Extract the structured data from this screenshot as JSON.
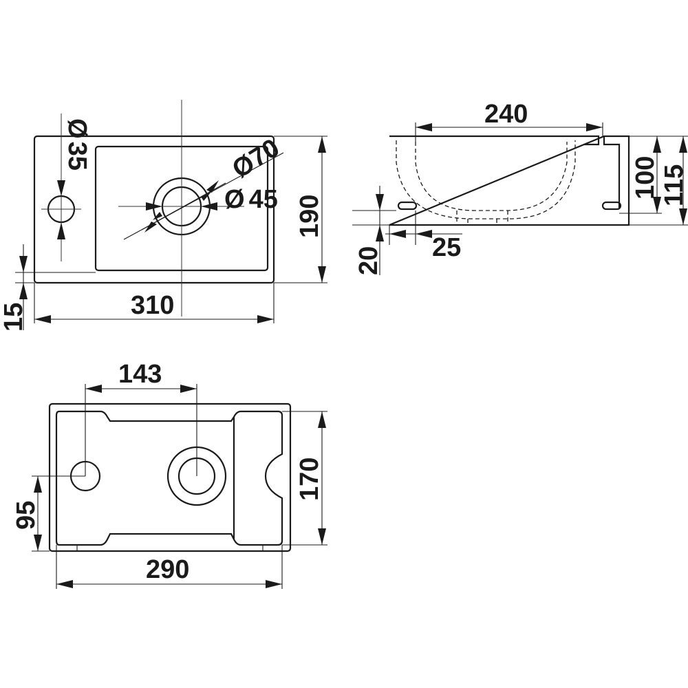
{
  "drawing": {
    "top_view": {
      "width": "310",
      "depth": "190",
      "rim": "15",
      "tap_hole_diameter": "35",
      "bowl_outer_diameter": "70",
      "drain_diameter": "45",
      "diameter_symbol": "Ø"
    },
    "side_view": {
      "inner_length": "240",
      "height_inner": "100",
      "height_total": "115",
      "base_offset": "20",
      "mount_offset": "25"
    },
    "bottom_view": {
      "hole_spacing": "143",
      "depth": "170",
      "hole_height": "95",
      "width": "290"
    }
  }
}
